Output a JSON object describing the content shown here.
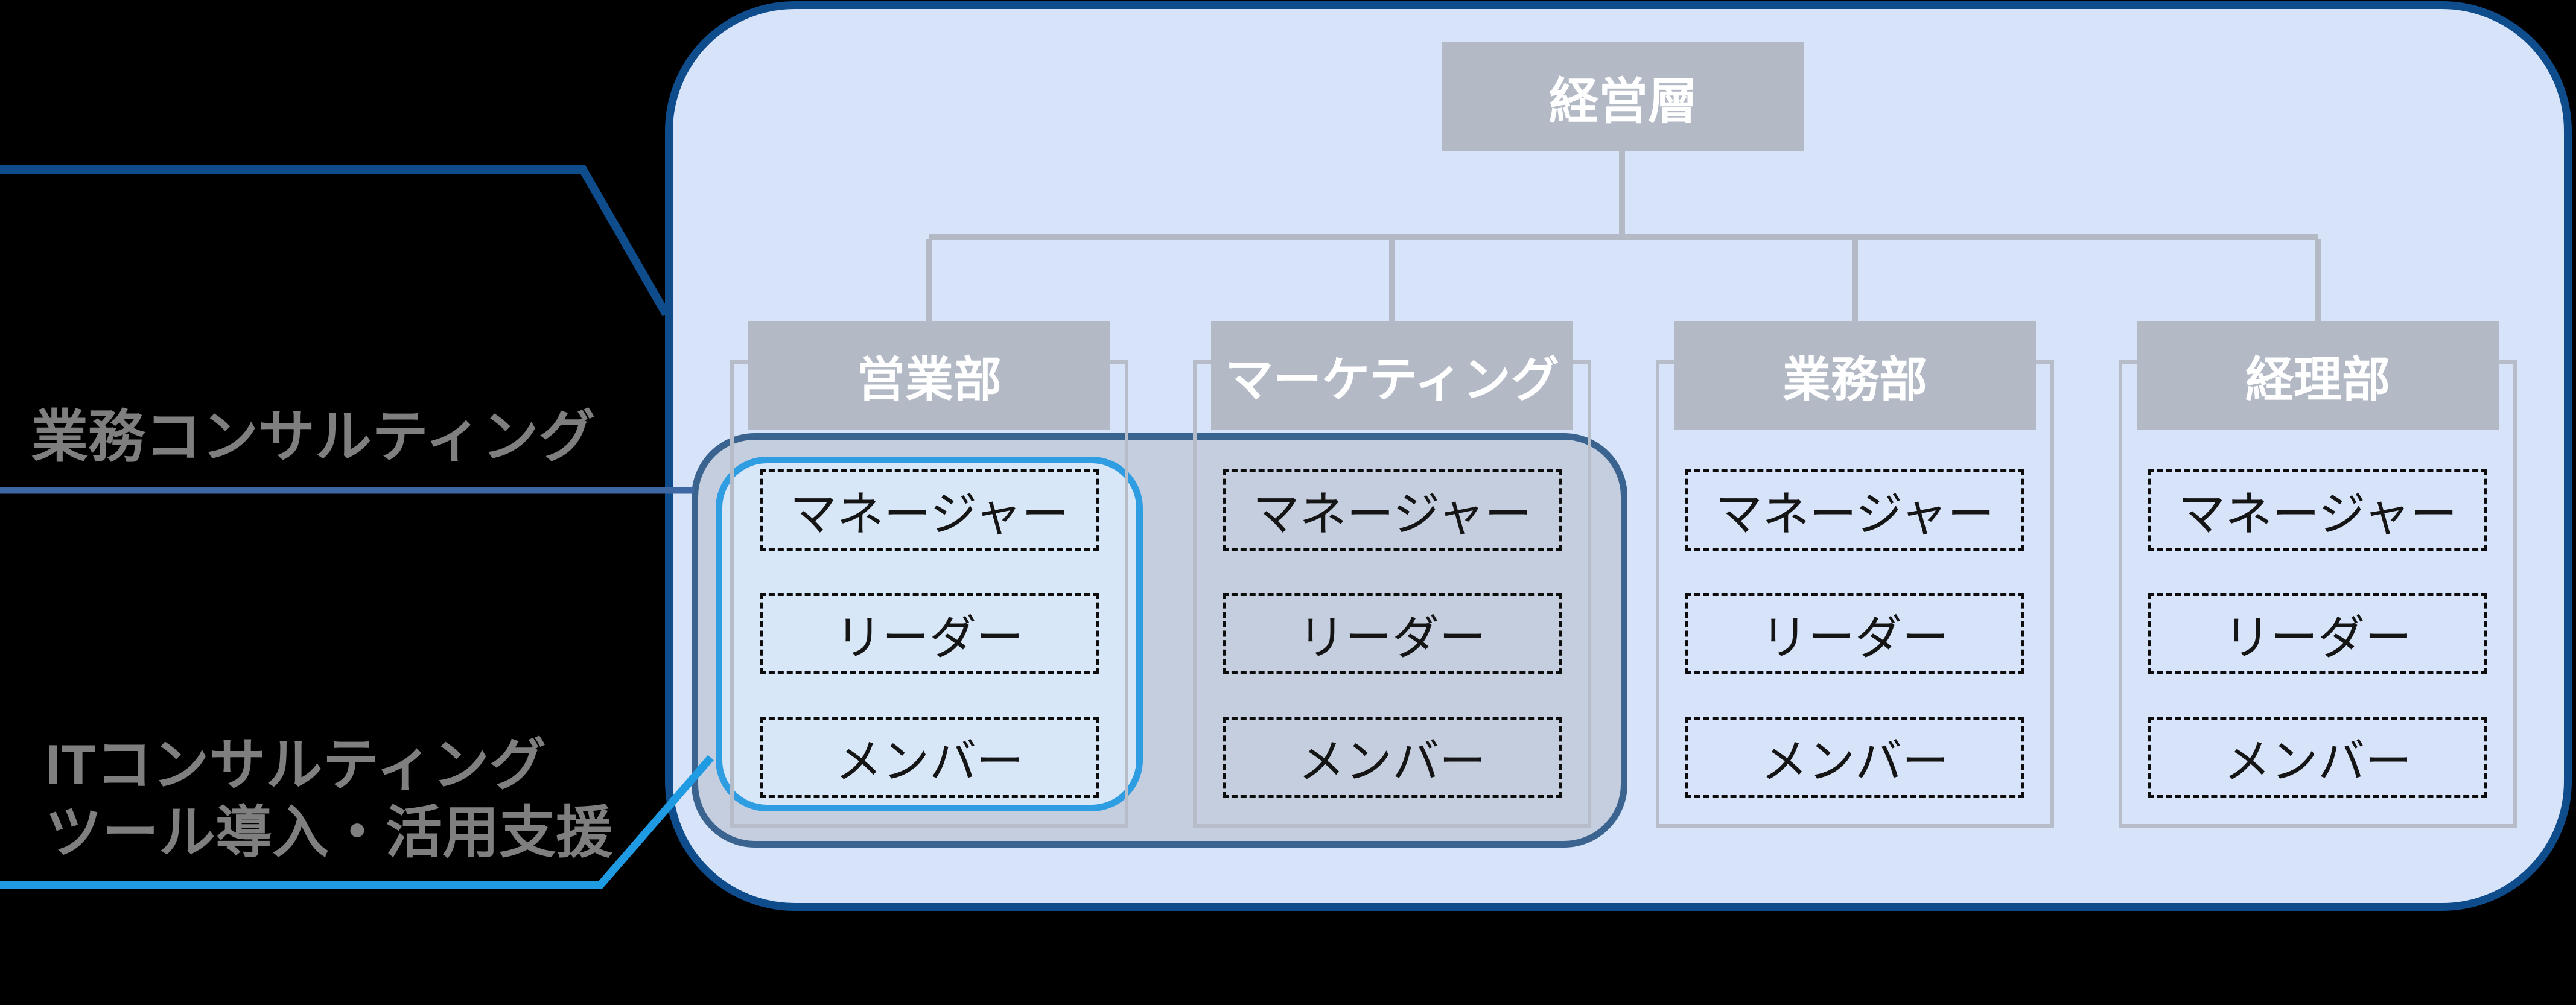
{
  "title_box": {
    "label": "経営層"
  },
  "departments": [
    {
      "name": "営業部",
      "roles": [
        "マネージャー",
        "リーダー",
        "メンバー"
      ]
    },
    {
      "name": "マーケティング",
      "roles": [
        "マネージャー",
        "リーダー",
        "メンバー"
      ]
    },
    {
      "name": "業務部",
      "roles": [
        "マネージャー",
        "リーダー",
        "メンバー"
      ]
    },
    {
      "name": "経理部",
      "roles": [
        "マネージャー",
        "リーダー",
        "メンバー"
      ]
    }
  ],
  "annotations": {
    "business_consulting": "業務コンサルティング",
    "it_consulting_line1": "ITコンサルティング",
    "it_consulting_line2": "ツール導入・活用支援"
  },
  "colors": {
    "background": "#000000",
    "panel_fill": "#D6E3F9",
    "panel_border": "#0F4C8C",
    "gray_box": "#B3BAC6",
    "column_outline": "#B6BDC8",
    "navy_region_border": "#3A648F",
    "navy_region_fill": "#C5CEDE",
    "blue_region_border": "#2E9DE2",
    "blue_region_fill": "#D8E7F8",
    "pointer_dark_blue": "#0F4C8C",
    "pointer_steel_blue": "#3E68A4",
    "pointer_bright_blue": "#1F9BE4",
    "callout_text": "#7F7F7F",
    "role_text": "#151515"
  }
}
